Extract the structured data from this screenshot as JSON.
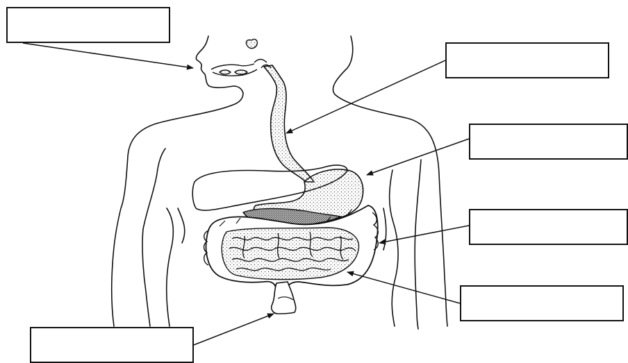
{
  "diagram": {
    "labels": [
      {
        "id": "mouth",
        "text": ""
      },
      {
        "id": "esophagus",
        "text": ""
      },
      {
        "id": "stomach",
        "text": ""
      },
      {
        "id": "large-intestine",
        "text": ""
      },
      {
        "id": "small-intestine",
        "text": ""
      },
      {
        "id": "rectum",
        "text": ""
      }
    ],
    "colors": {
      "line": "#111111",
      "background": "#ffffff",
      "stipple": "#555555"
    }
  }
}
